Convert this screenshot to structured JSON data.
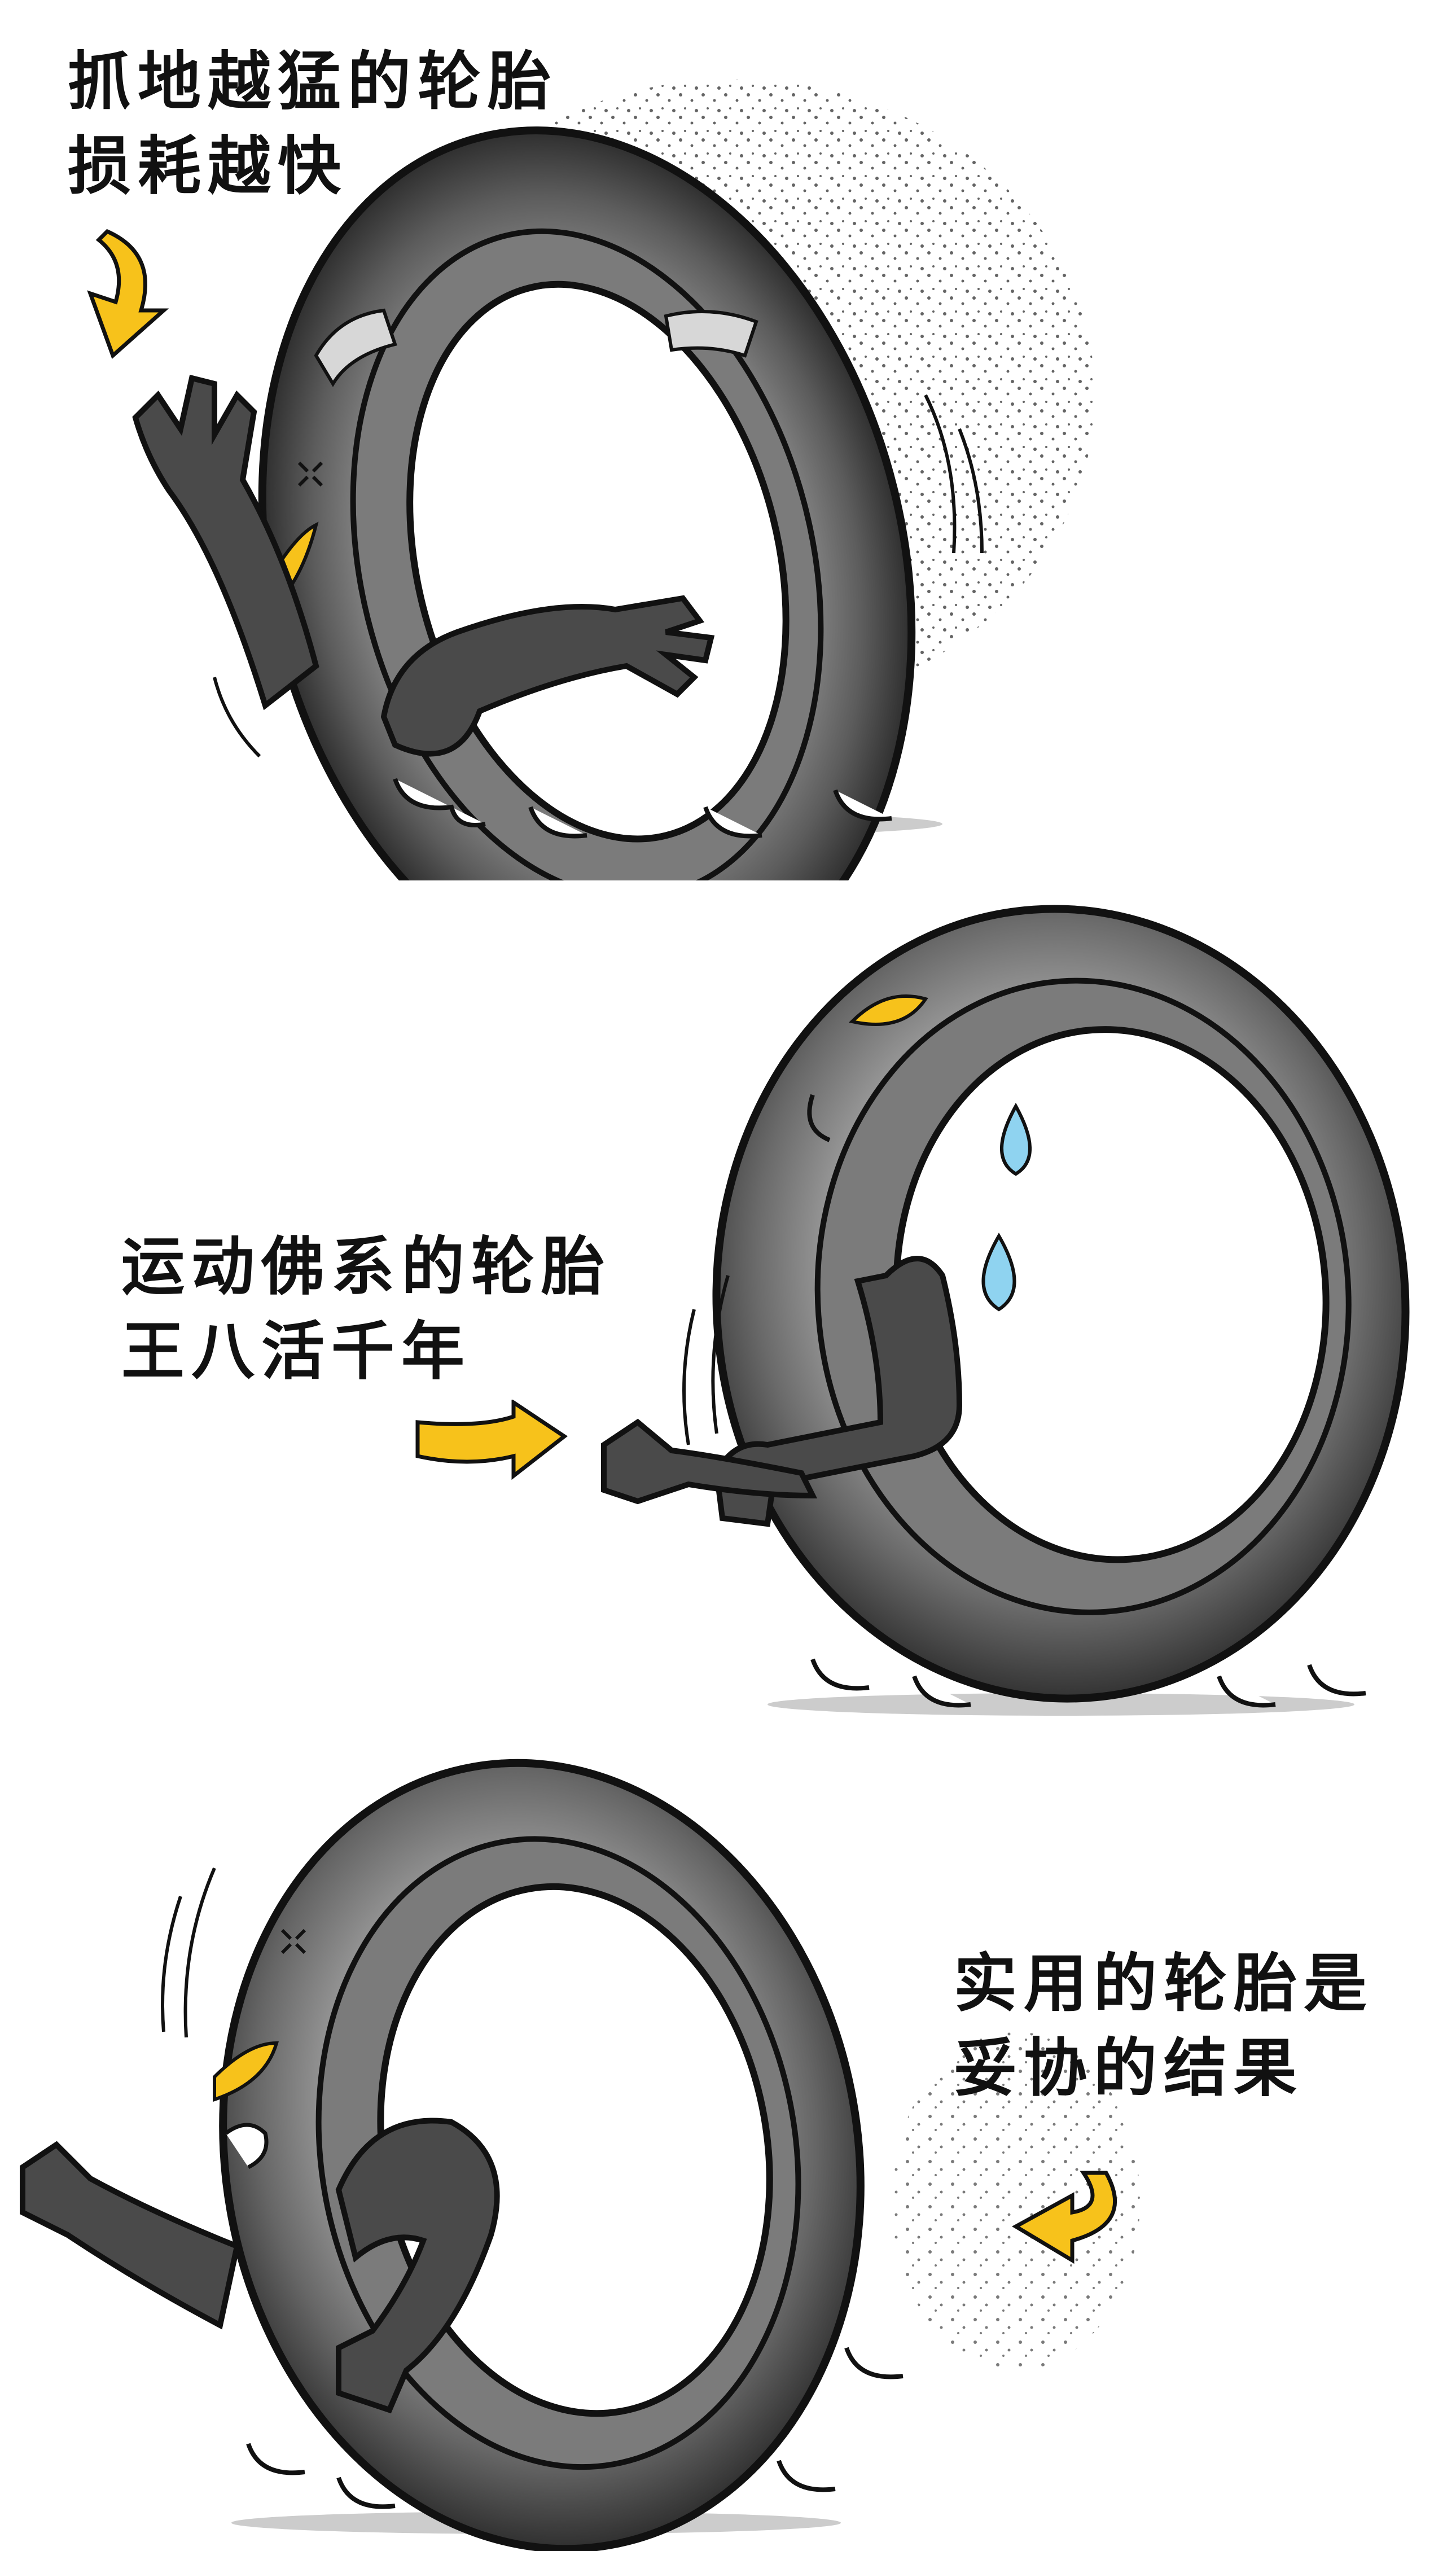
{
  "captions": {
    "panel1": {
      "line1": "抓地越猛的轮胎",
      "line2": "损耗越快"
    },
    "panel2": {
      "line1": "运动佛系的轮胎",
      "line2": "王八活千年"
    },
    "panel3": {
      "line1": "实用的轮胎是",
      "line2": "妥协的结果"
    }
  },
  "colors": {
    "accent_yellow": "#f7c21b",
    "tire_dark": "#3a3a3a",
    "tire_mid": "#6e6e6e",
    "tire_light": "#b8b8b8",
    "tear_blue": "#8fd3f0",
    "ink": "#111111"
  },
  "icons": [
    "arrow-down-icon",
    "arrow-right-icon",
    "arrow-curved-left-icon",
    "tear-drop-icon",
    "anger-mark-icon"
  ]
}
